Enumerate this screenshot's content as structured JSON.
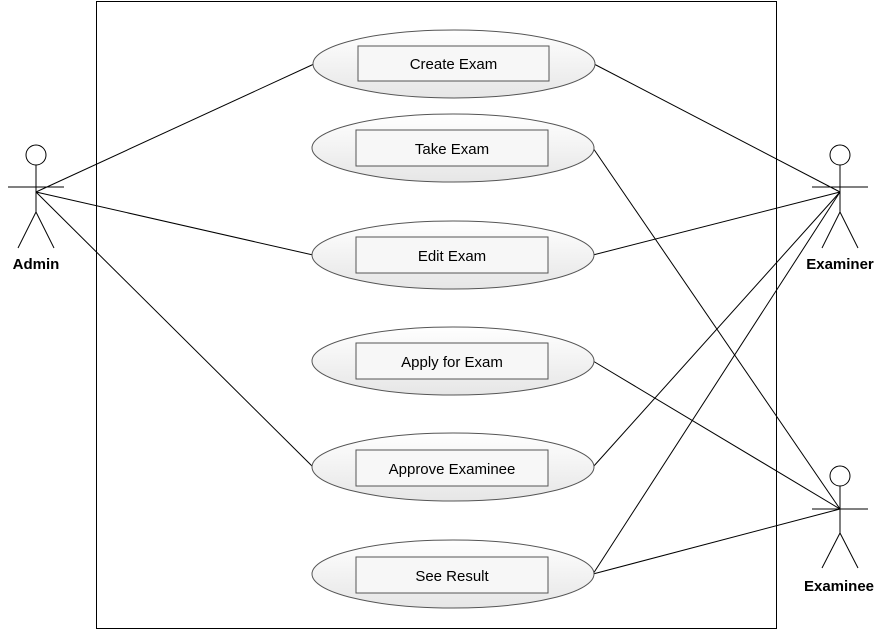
{
  "actors": [
    {
      "id": "admin",
      "label": "Admin"
    },
    {
      "id": "examiner",
      "label": "Examiner"
    },
    {
      "id": "examinee",
      "label": "Examinee"
    }
  ],
  "use_cases": [
    {
      "id": "create-exam",
      "label": "Create Exam"
    },
    {
      "id": "take-exam",
      "label": "Take Exam"
    },
    {
      "id": "edit-exam",
      "label": "Edit Exam"
    },
    {
      "id": "apply-for-exam",
      "label": "Apply for Exam"
    },
    {
      "id": "approve-examinee",
      "label": "Approve Examinee"
    },
    {
      "id": "see-result",
      "label": "See Result"
    }
  ],
  "associations": [
    {
      "actor": "admin",
      "use_case": "create-exam"
    },
    {
      "actor": "admin",
      "use_case": "edit-exam"
    },
    {
      "actor": "admin",
      "use_case": "approve-examinee"
    },
    {
      "actor": "examiner",
      "use_case": "create-exam"
    },
    {
      "actor": "examiner",
      "use_case": "edit-exam"
    },
    {
      "actor": "examiner",
      "use_case": "approve-examinee"
    },
    {
      "actor": "examiner",
      "use_case": "see-result"
    },
    {
      "actor": "examinee",
      "use_case": "take-exam"
    },
    {
      "actor": "examinee",
      "use_case": "apply-for-exam"
    },
    {
      "actor": "examinee",
      "use_case": "see-result"
    }
  ],
  "colors": {
    "line": "#000000",
    "ellipse_fill": "#f2f2f2",
    "label_box_fill": "#f7f7f7",
    "label_box_border": "#555555"
  }
}
